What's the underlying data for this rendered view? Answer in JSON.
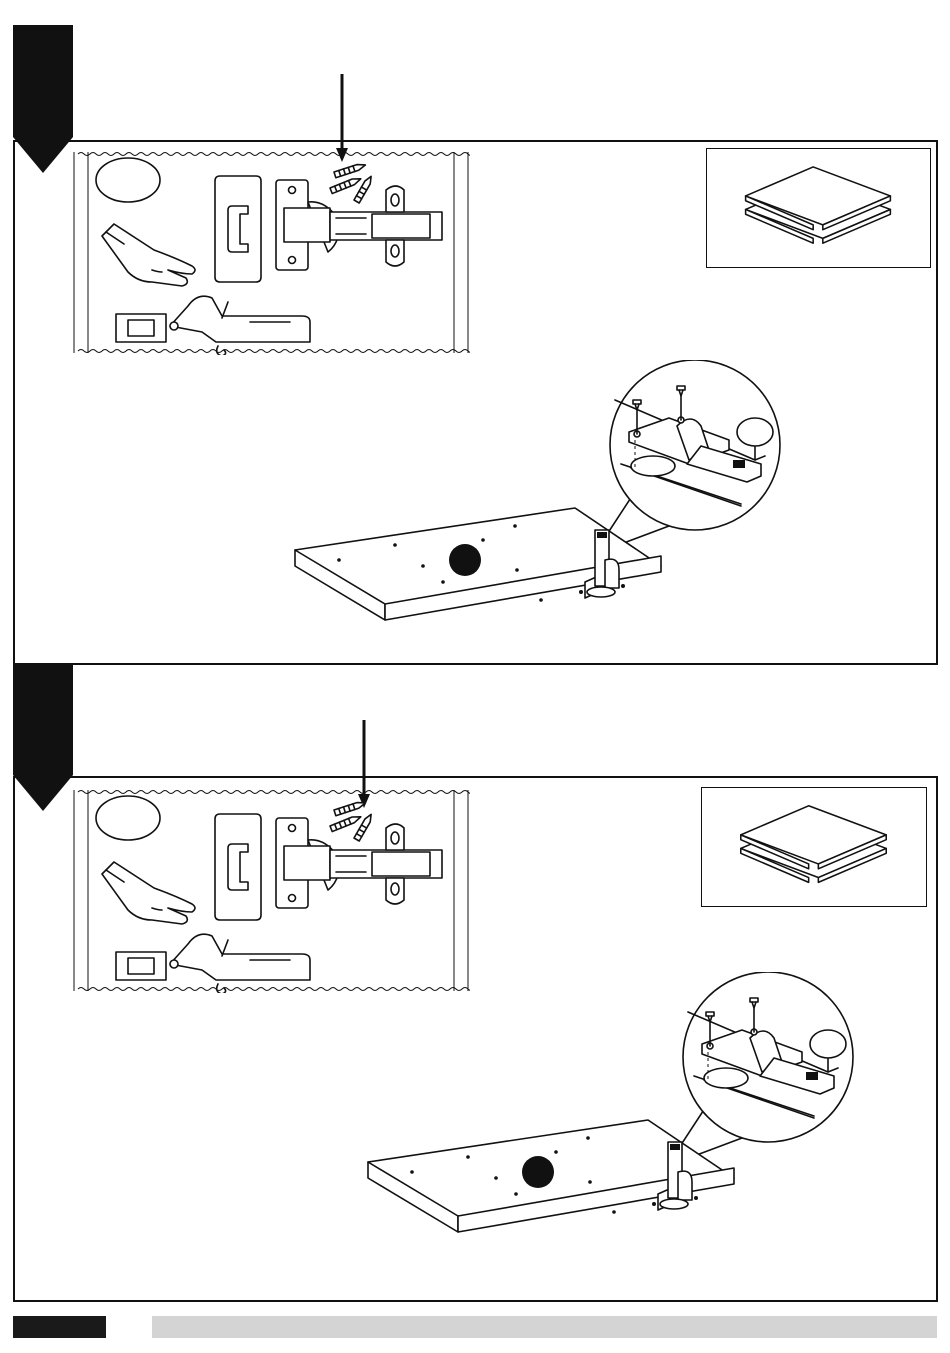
{
  "document": {
    "type": "assembly-instructions",
    "steps": [
      {
        "id": "step-1",
        "marker_color": "#111111",
        "inset_icons": [
          "push-hand-icon",
          "hinge-plate-icon",
          "hinge-icon",
          "screws-icon",
          "blank-label-oval"
        ],
        "parts_icon": "panel-stack-icon",
        "assembly_icons": [
          "board-panel",
          "hinge-icon",
          "magnifier-callout",
          "part-number-badge"
        ]
      },
      {
        "id": "step-2",
        "marker_color": "#111111",
        "inset_icons": [
          "push-hand-icon",
          "hinge-plate-icon",
          "hinge-icon",
          "screws-icon",
          "blank-label-oval"
        ],
        "parts_icon": "panel-stack-icon",
        "assembly_icons": [
          "board-panel",
          "hinge-icon",
          "magnifier-callout",
          "part-number-badge"
        ]
      }
    ],
    "footer": {
      "page_tab_color": "#1a1a1a",
      "bar_color": "#d4d4d4"
    }
  }
}
